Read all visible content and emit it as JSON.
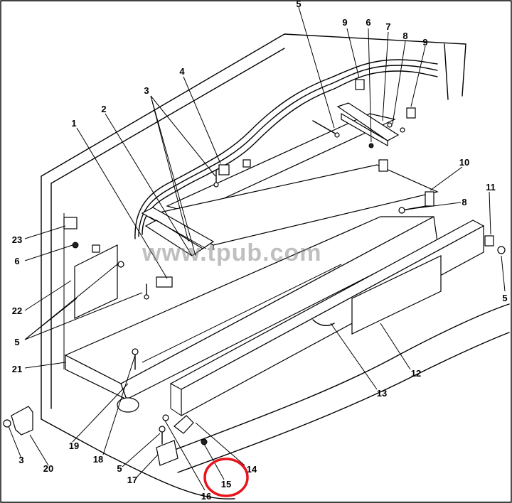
{
  "watermark": "www.tpub.com",
  "highlight_color": "#e8131b",
  "highlight_label": "15",
  "callouts": [
    "1",
    "2",
    "3",
    "3",
    "4",
    "5",
    "5",
    "5",
    "5",
    "6",
    "6",
    "7",
    "8",
    "8",
    "9",
    "9",
    "10",
    "11",
    "12",
    "13",
    "14",
    "16",
    "17",
    "18",
    "19",
    "20",
    "21",
    "22",
    "23"
  ]
}
